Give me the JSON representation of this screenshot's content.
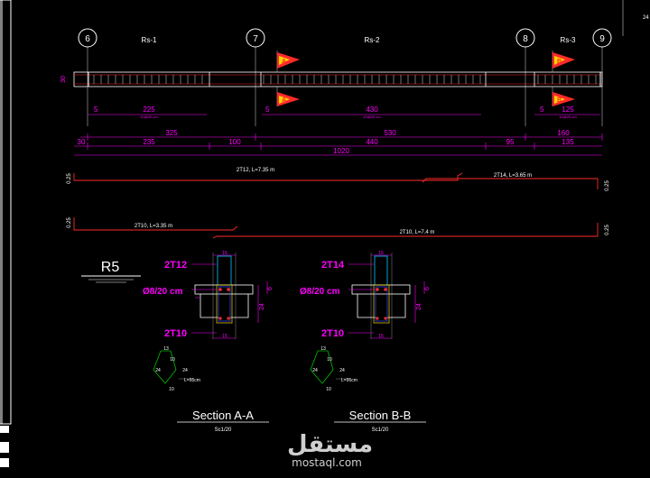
{
  "axes": [
    "6",
    "7",
    "8",
    "9"
  ],
  "spans": [
    "Rs-1",
    "Rs-2",
    "Rs-3"
  ],
  "beam_height": "30",
  "section_marks": {
    "a": "A",
    "b": "B"
  },
  "dims_row1": {
    "left_end": "5",
    "span1": "225",
    "span1_note": "10@20 cm",
    "mid_start": "5",
    "span2": "430",
    "span2_note": "10@20 cm",
    "right_start": "5",
    "span3": "125",
    "span3_note": "10@20 cm"
  },
  "dims_row2": {
    "d1": "325",
    "d2": "530",
    "d3": "160"
  },
  "dims_row3": {
    "d1": "30",
    "d2": "235",
    "d3": "100",
    "d4": "440",
    "d5": "95",
    "d6": "135"
  },
  "total": "1020",
  "top_bars": {
    "bar1": "2T12, L=7.35 m",
    "bar2": "2T14, L=3.65 m",
    "hook_left": "0.25",
    "hook_right": "0.25"
  },
  "bottom_bars": {
    "bar1": "2T10, L=3.35 m",
    "bar2": "2T10, L=7.4 m",
    "hook_left": "0.25",
    "hook_right": "0.25"
  },
  "beam_label": "R5",
  "section_a": {
    "top_bars": "2T12",
    "stirrups": "Ø8/20 cm",
    "bottom_bars": "2T10",
    "width": "15",
    "height": "24",
    "depth": "6",
    "stirrup_top": "13",
    "stirrup_inner": "10",
    "stirrup_side_l": "24",
    "stirrup_side_r": "24",
    "stirrup_bottom": "10",
    "stirrup_length": "L=95cm",
    "title": "Section A-A",
    "scale": "Sc1/20"
  },
  "section_b": {
    "top_bars": "2T14",
    "stirrups": "Ø8/20 cm",
    "bottom_bars": "2T10",
    "width": "15",
    "height": "24",
    "depth": "6",
    "stirrup_top": "13",
    "stirrup_inner": "10",
    "stirrup_side_l": "24",
    "stirrup_side_r": "24",
    "stirrup_bottom": "10",
    "stirrup_length": "L=95cm",
    "title": "Section B-B",
    "scale": "Sc1/20"
  },
  "corner_text": "24",
  "watermark": {
    "arabic": "مستقل",
    "latin": "mostaql.com"
  },
  "colors": {
    "magenta": "#ff00ff",
    "red": "#ff2a2a",
    "white": "#ffffff",
    "grey": "#a0a0a0",
    "yellow": "#ffd400",
    "cyan": "#00c8ff",
    "green": "#00c000",
    "blue": "#2f4fff"
  }
}
